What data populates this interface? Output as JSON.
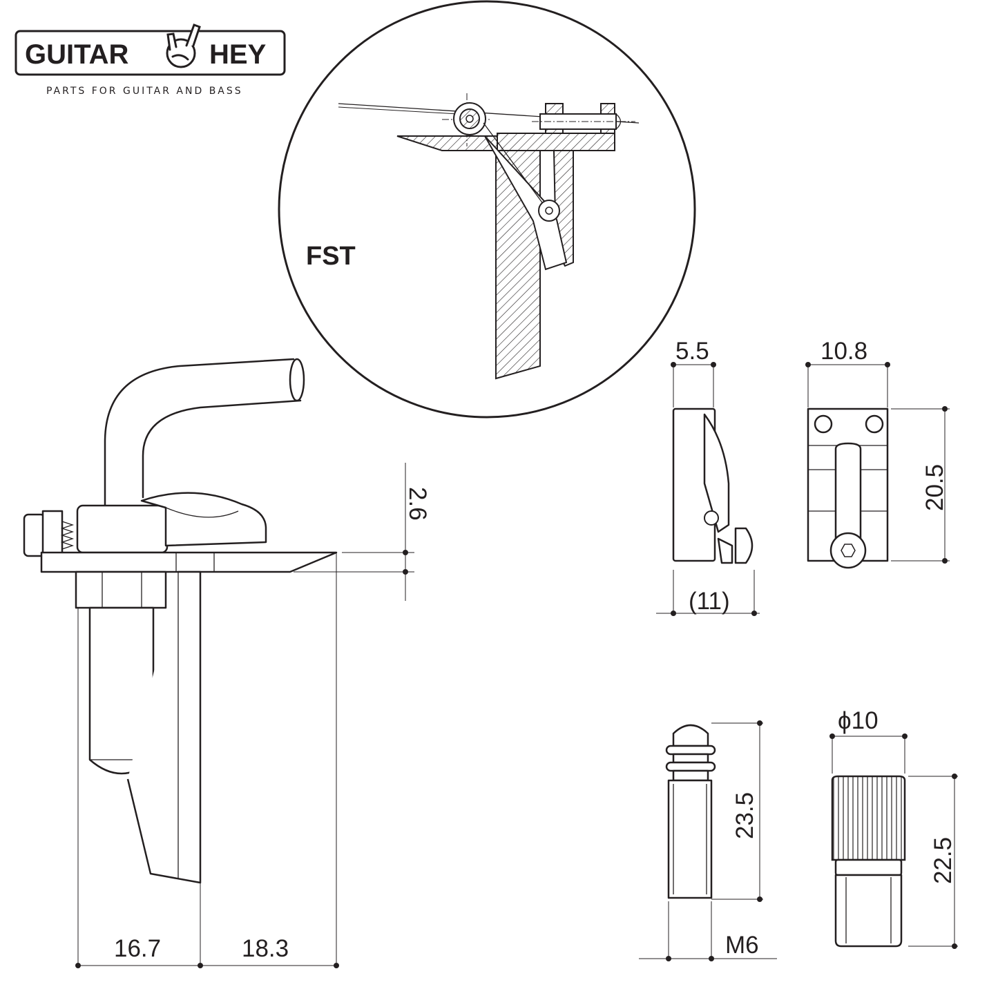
{
  "logo": {
    "left_word": "GUITAR",
    "right_word": "HEY",
    "tagline": "PARTS FOR GUITAR AND BASS"
  },
  "detail": {
    "label": "FST"
  },
  "dimensions": {
    "side_bottom_left": "16.7",
    "side_bottom_right": "18.3",
    "side_plate_thickness": "2.6",
    "lock_side_width": "5.5",
    "lock_side_overall": "(11)",
    "lock_top_width": "10.8",
    "lock_top_length": "20.5",
    "bolt_length": "23.5",
    "bolt_thread": "M6",
    "knob_diameter": "ϕ10",
    "knob_length": "22.5"
  },
  "colors": {
    "ink": "#231f20",
    "background": "#ffffff"
  }
}
